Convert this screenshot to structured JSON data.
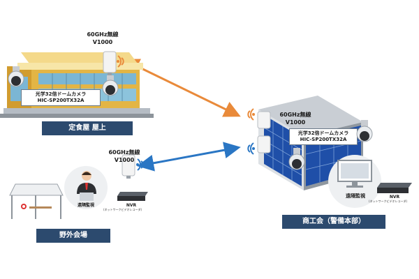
{
  "colors": {
    "label_bg": "#2c4a6e",
    "link_orange": "#e98a3a",
    "link_blue": "#2a76c4",
    "wifi_orange": "#e98a3a",
    "wifi_blue": "#2a76c4",
    "building_facade": "#d9a83a",
    "solar_blue": "#1f4fa8"
  },
  "sites": {
    "restaurant": {
      "label": "定食屋 屋上",
      "wireless_line1": "60GHz無線",
      "wireless_line2": "V1000",
      "camera_line1": "光学32倍ドームカメラ",
      "camera_line2": "HIC-SP200TX32A"
    },
    "outdoor": {
      "label": "野外会場",
      "wireless_line1": "60GHz無線",
      "wireless_line2": "V1000",
      "monitor_label": "遠隔監視",
      "nvr_label": "NVR",
      "nvr_sub": "(ネットワークビデオレコーダ)"
    },
    "hq": {
      "label": "商工会（警備本部）",
      "wireless_line1": "60GHz無線",
      "wireless_line2": "V1000",
      "camera_line1": "光学32倍ドームカメラ",
      "camera_line2": "HIC-SP200TX32A",
      "monitor_label": "遠隔監視",
      "nvr_label": "NVR",
      "nvr_sub": "(ネットワークビデオレコーダ)"
    }
  },
  "icons": {
    "wifi": "wifi-icon",
    "camera": "dome-camera-icon",
    "radio": "wireless-radio-icon",
    "monitor": "monitor-icon",
    "nvr": "nvr-icon",
    "person": "person-icon",
    "tent": "tent-icon"
  }
}
